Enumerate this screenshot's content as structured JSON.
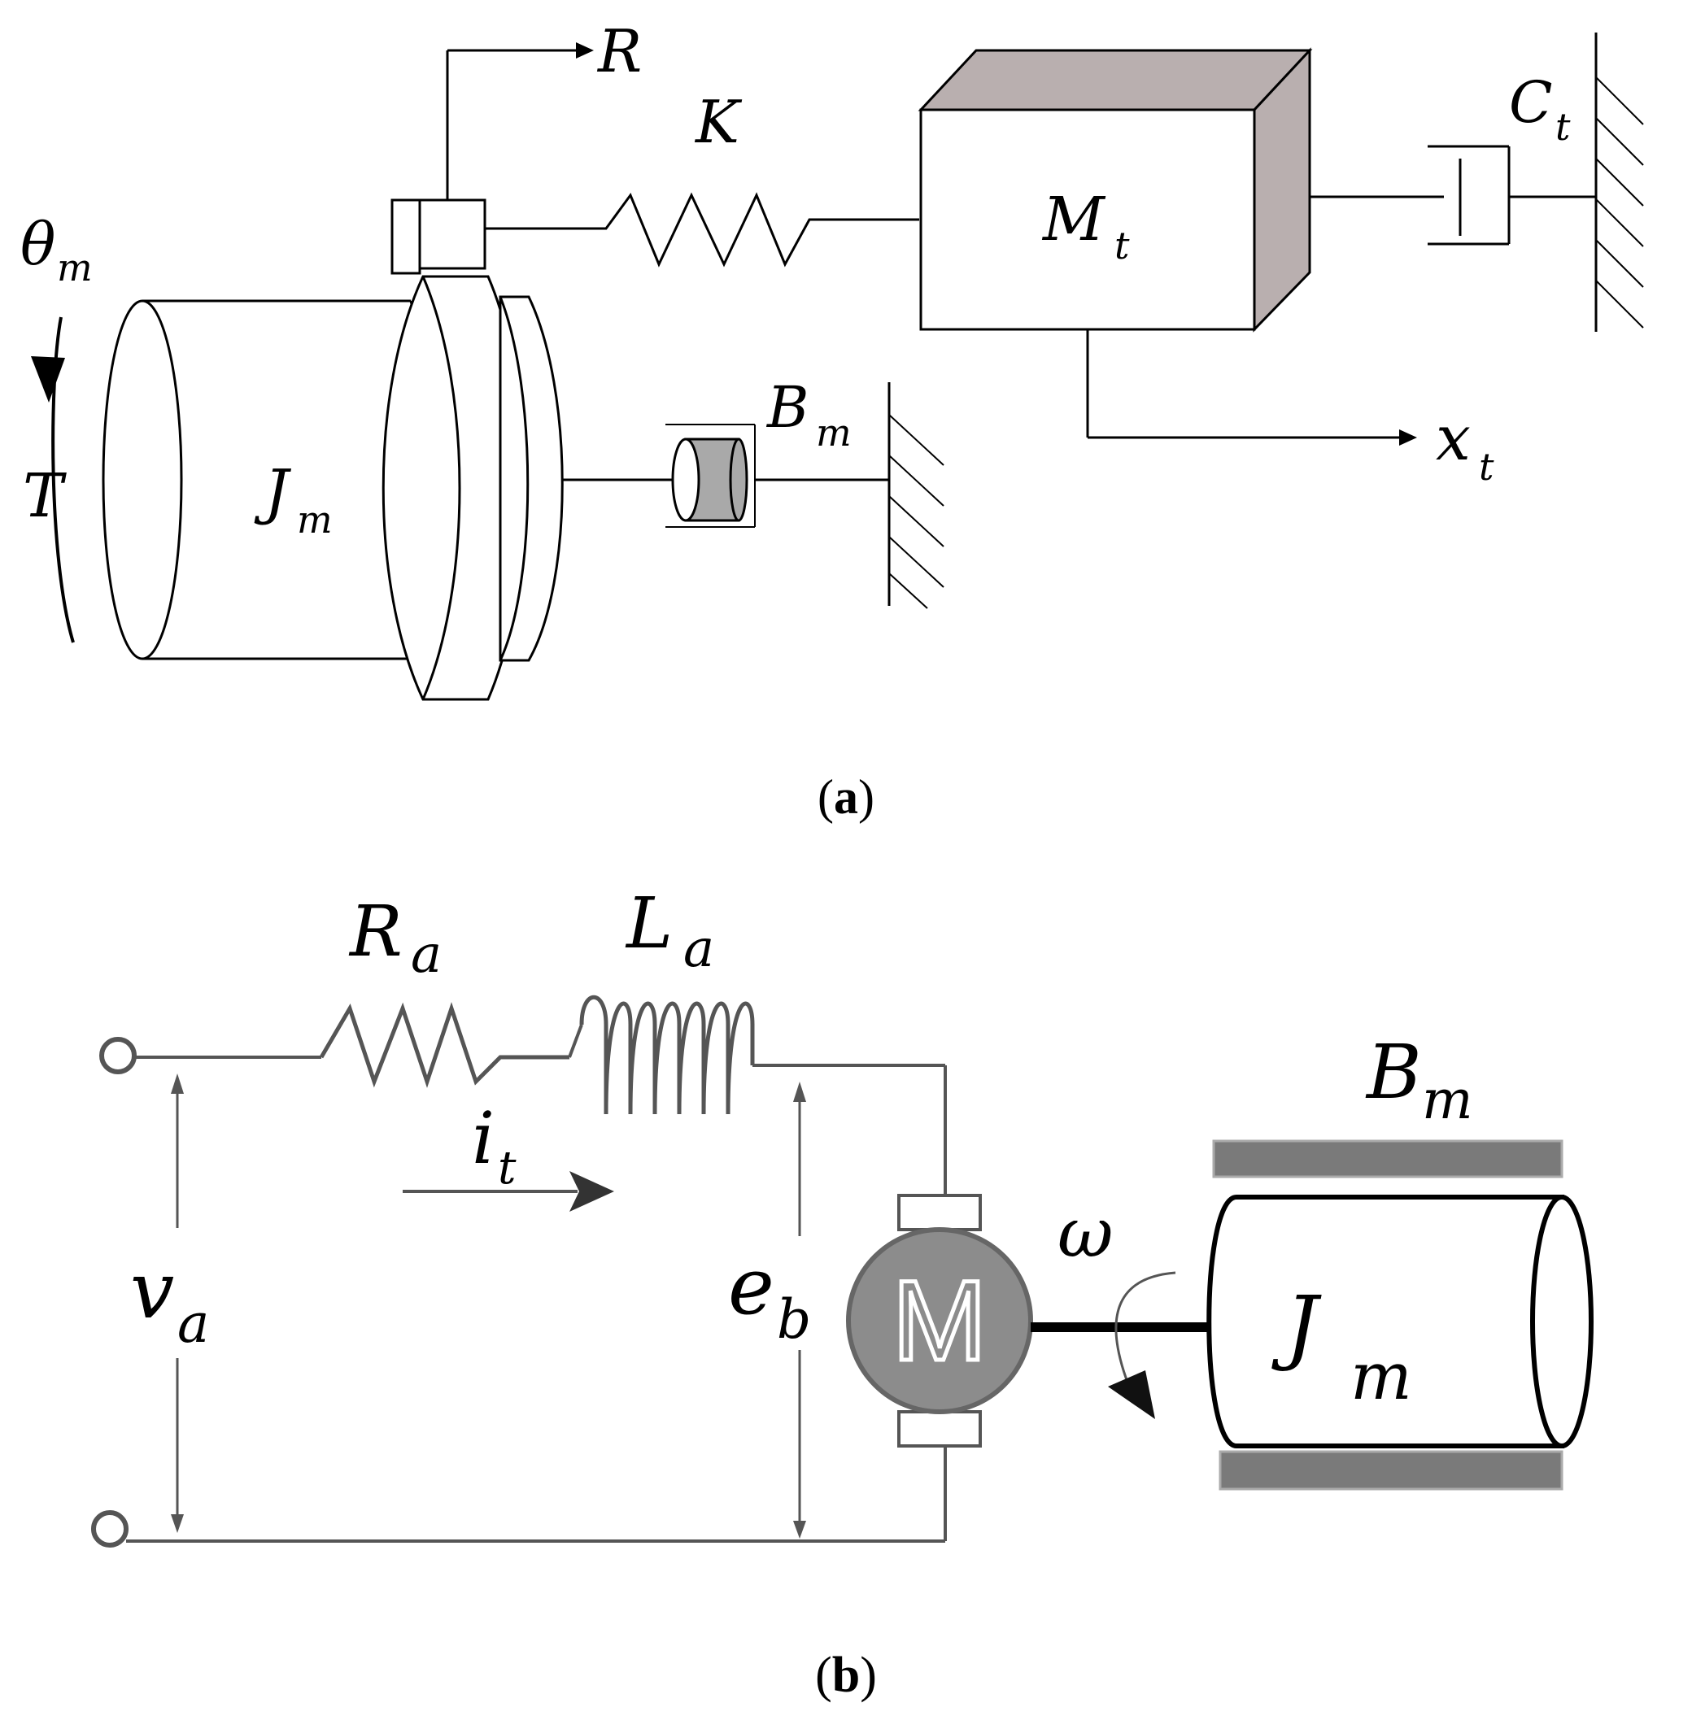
{
  "panel_a": {
    "labels": {
      "theta": "θ",
      "theta_sub": "m",
      "torque": "T",
      "inertia": "J",
      "inertia_sub": "m",
      "radius": "R",
      "spring": "K",
      "mass": "M",
      "mass_sub": "t",
      "damper_mass": "C",
      "damper_mass_sub": "t",
      "damper_motor": "B",
      "damper_motor_sub": "m",
      "displacement": "x",
      "displacement_sub": "t"
    },
    "caption_open": "(",
    "caption_letter": "a",
    "caption_close": ")"
  },
  "panel_b": {
    "labels": {
      "resistor": "R",
      "resistor_sub": "a",
      "inductor": "L",
      "inductor_sub": "a",
      "current": "i",
      "current_sub": "t",
      "voltage": "v",
      "voltage_sub": "a",
      "back_emf": "e",
      "back_emf_sub": "b",
      "motor": "M",
      "speed": "ω",
      "friction": "B",
      "friction_sub": "m",
      "inertia": "J",
      "inertia_sub": "m"
    },
    "caption_open": "(",
    "caption_letter": "b",
    "caption_close": ")"
  },
  "colors": {
    "line": "#000000",
    "circuit_line": "#555555",
    "mass_shade": "#b9afaf",
    "damper_shade": "#a9a9a9",
    "motor_fill": "#8c8c8c",
    "bearing_fill": "#7a7a7a"
  }
}
